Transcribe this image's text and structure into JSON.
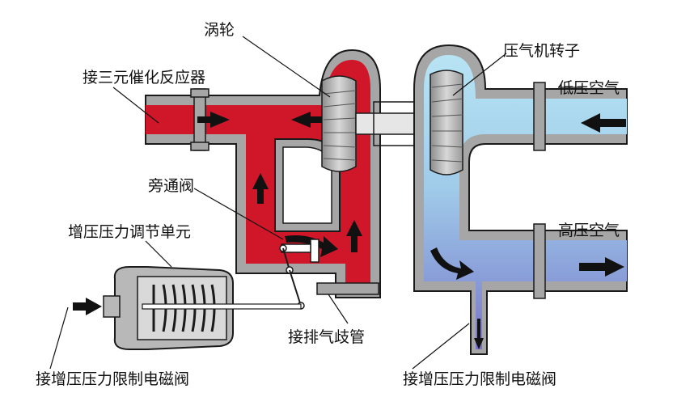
{
  "labels": {
    "turbine": "涡轮",
    "to_catalytic_converter": "接三元催化反应器",
    "bypass_valve": "旁通阀",
    "boost_pressure_regulator": "增压压力调节单元",
    "from_boost_solenoid_left": "接增压压力限制电磁阀",
    "exhaust_manifold": "接排气歧管",
    "compressor_rotor": "压气机转子",
    "low_pressure_air": "低压空气",
    "high_pressure_air": "高压空气",
    "from_boost_solenoid_right": "接增压压力限制电磁阀"
  },
  "colors": {
    "exhaust_red": "#d0172a",
    "exhaust_red_dark": "#a3101f",
    "intake_light_blue": "#a9dcef",
    "intake_mid_blue": "#8fb2de",
    "intake_purple": "#7d78c9",
    "housing_grey": "#a6a6a6",
    "outline": "#1a1a1a"
  }
}
